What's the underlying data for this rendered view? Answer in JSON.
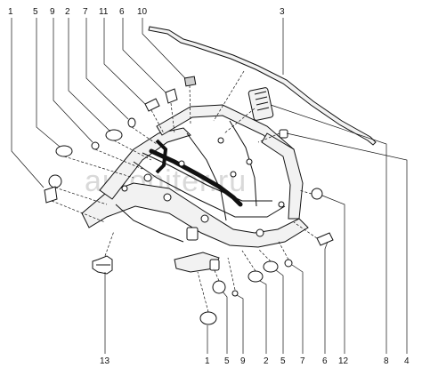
{
  "watermark": "autopiter.ru",
  "callouts_top": [
    "1",
    "5",
    "9",
    "2",
    "7",
    "11",
    "6",
    "10",
    "3"
  ],
  "callouts_right": [
    "4",
    "8",
    "12"
  ],
  "callouts_bottom": [
    "13",
    "1",
    "5",
    "9",
    "2",
    "5",
    "7",
    "6",
    "12",
    "8",
    "4"
  ]
}
